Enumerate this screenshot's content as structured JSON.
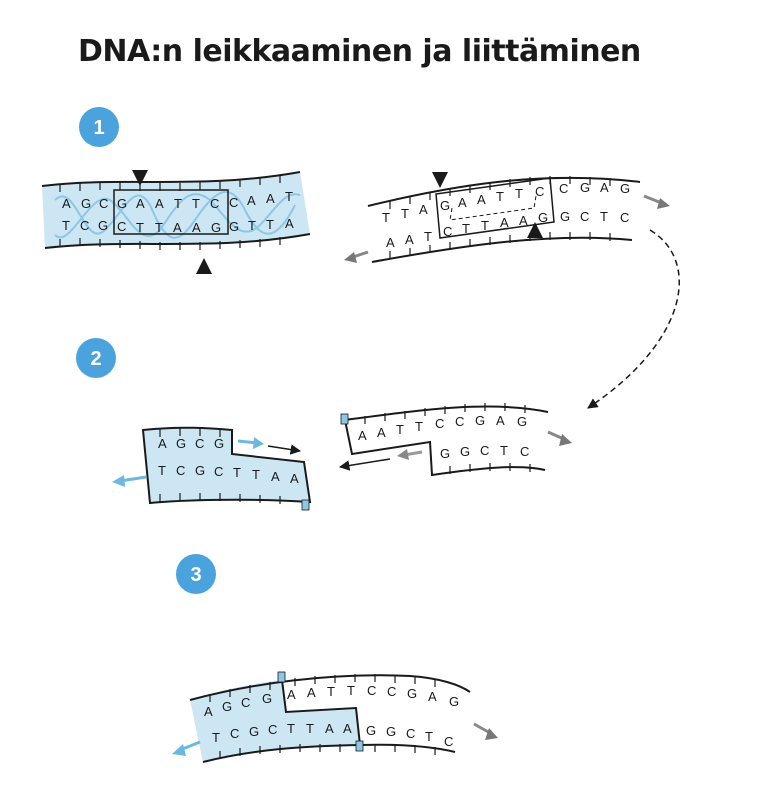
{
  "title": "DNA:n leikkaaminen ja liittäminen",
  "steps": [
    "1",
    "2",
    "3"
  ],
  "colors": {
    "strand_fill": "#cde6f4",
    "helix": "#8cc7e6",
    "step_badge": "#4aa3dd",
    "outline": "#1a1a1a",
    "arrow_blue": "#6cb8e0",
    "arrow_gray": "#777777"
  },
  "panel1_left": {
    "top": [
      "A",
      "G",
      "C",
      "G",
      "A",
      "A",
      "T",
      "T",
      "C",
      "C",
      "A",
      "A",
      "T"
    ],
    "bottom": [
      "T",
      "C",
      "G",
      "C",
      "T",
      "T",
      "A",
      "A",
      "G",
      "G",
      "T",
      "T",
      "A"
    ]
  },
  "panel1_right": {
    "top": [
      "T",
      "T",
      "A",
      "G",
      "A",
      "A",
      "T",
      "T",
      "C",
      "C",
      "G",
      "A",
      "G"
    ],
    "bottom": [
      "A",
      "A",
      "T",
      "C",
      "T",
      "T",
      "A",
      "A",
      "G",
      "G",
      "C",
      "T",
      "C"
    ]
  },
  "panel2_left": {
    "top": [
      "A",
      "G",
      "C",
      "G"
    ],
    "bottom": [
      "T",
      "C",
      "G",
      "C",
      "T",
      "T",
      "A",
      "A"
    ]
  },
  "panel2_right": {
    "top": [
      "A",
      "A",
      "T",
      "T",
      "C",
      "C",
      "G",
      "A",
      "G"
    ],
    "bottom": [
      "G",
      "G",
      "C",
      "T",
      "C"
    ]
  },
  "panel3": {
    "top": [
      "A",
      "G",
      "C",
      "G",
      "A",
      "A",
      "T",
      "T",
      "C",
      "C",
      "G",
      "A",
      "G"
    ],
    "bottom": [
      "T",
      "C",
      "G",
      "C",
      "T",
      "T",
      "A",
      "A",
      "G",
      "G",
      "C",
      "T",
      "C"
    ]
  }
}
